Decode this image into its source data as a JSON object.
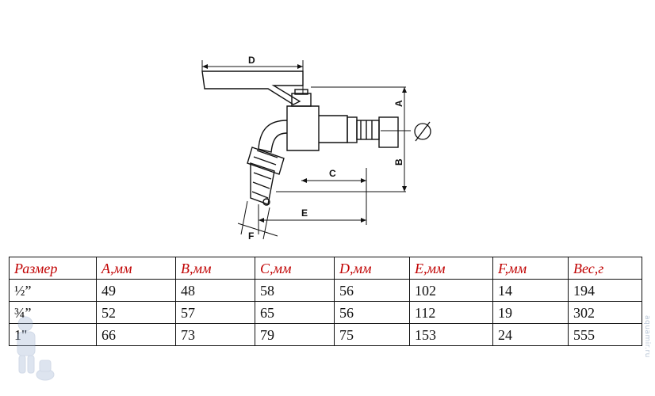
{
  "drawing": {
    "labels": {
      "d": "D",
      "a": "A",
      "b": "B",
      "c": "C",
      "e": "E",
      "f": "F"
    },
    "symbol_icon": "diameter-symbol"
  },
  "table": {
    "headers": [
      "Размер",
      "A,мм",
      "B,мм",
      "C,мм",
      "D,мм",
      "E,мм",
      "F,мм",
      "Вес,г"
    ],
    "rows": [
      [
        "½”",
        "49",
        "48",
        "58",
        "56",
        "102",
        "14",
        "194"
      ],
      [
        "¾”",
        "52",
        "57",
        "65",
        "56",
        "112",
        "19",
        "302"
      ],
      [
        "1\"",
        "66",
        "73",
        "79",
        "75",
        "153",
        "24",
        "555"
      ]
    ],
    "header_color": "#c00000"
  },
  "watermark": "aquamir.ru"
}
